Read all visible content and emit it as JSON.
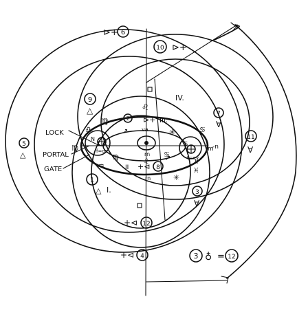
{
  "labels": {
    "lock": "LOCK",
    "portal": "PORTAL",
    "gate": "GATE",
    "equation": "③♁ = ⑫"
  },
  "numerals": {
    "n_I": "I.",
    "n_III": "III.",
    "n_IV": "IV.",
    "n_II_lower": "II",
    "n_II_right": "II",
    "n_III_small": "III"
  },
  "ring_numbers": [
    "1",
    "3",
    "4",
    "5",
    "6",
    "7",
    "8",
    "9",
    "10",
    "11",
    "12"
  ],
  "ring_number_labels": {
    "r1": "1",
    "r3": "3",
    "r4": "4",
    "r5": "5",
    "r6": "6",
    "r7": "7",
    "r8": "8",
    "r9": "9",
    "r10": "10",
    "r11": "11",
    "r12": "12",
    "r12b": "12",
    "r2": "2",
    "r3b": "3"
  },
  "small_text": {
    "fox": "f=ox",
    "tsey": "t=ey",
    "n_letter": "N",
    "s_letter": "S",
    "va": "va",
    "rn_top": "rn",
    "rn_bottom": "rn",
    "n_glyph": "-n",
    "m_left": "m",
    "m_inner": "m"
  },
  "glyph_names": {
    "triangle_cross": "triangle-with-cross-glyph",
    "aquarius": "aquarius-glyph",
    "leo": "leo-glyph",
    "virgo": "virgo-glyph",
    "libra": "libra-glyph",
    "pisces": "pisces-glyph",
    "sagittarius": "sagittarius-arrow-glyph",
    "gemini": "gemini-glyph",
    "cancer": "cancer-glyph",
    "circle_cross": "earth-cross-glyph",
    "circle_dot": "sun-dot-glyph"
  },
  "colors": {
    "ink": "#111111",
    "paper": "#ffffff"
  }
}
